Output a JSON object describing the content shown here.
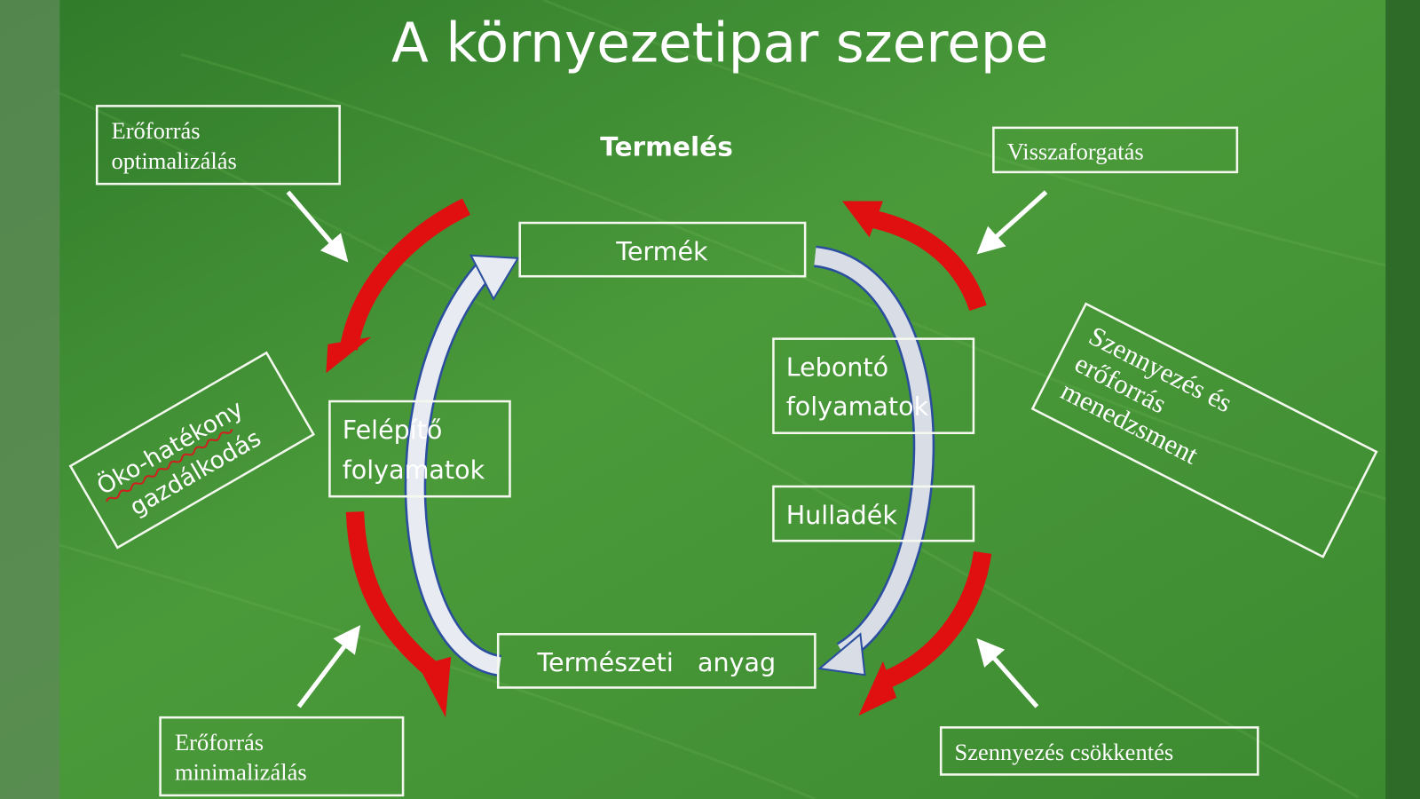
{
  "slide": {
    "title": "A környezetipar szerepe",
    "center_heading": "Termelés",
    "cycle": {
      "top": "Termék",
      "left_line1": "Felépítő",
      "left_line2": "folyamatok",
      "right_line1": "Lebontó",
      "right_line2": "folyamatok",
      "waste": "Hulladék",
      "bottom": "Természeti   anyag"
    },
    "outer": {
      "top_left_line1": "Erőforrás",
      "top_left_line2": "optimalizálás",
      "top_right": "Visszaforgatás",
      "left_line1": "Öko-hatékony",
      "left_line2": "gazdálkodás",
      "right_line1": "Szennyezés és",
      "right_line2": "erőforrás",
      "right_line3": "menedzsment",
      "bottom_left_line1": "Erőforrás",
      "bottom_left_line2": "minimalizálás",
      "bottom_right": "Szennyezés csökkentés"
    },
    "colors": {
      "background": "#3f8a34",
      "red_arrow": "#e01010",
      "cycle_arrow_outline": "#2b4f9e",
      "text": "#ffffff"
    }
  }
}
